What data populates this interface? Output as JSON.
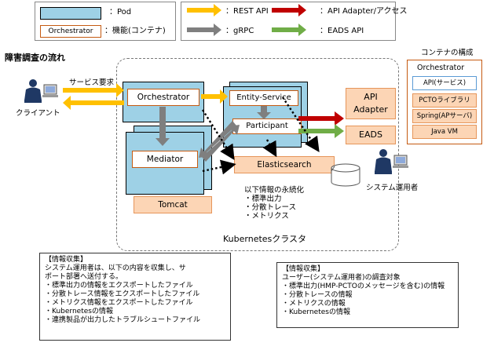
{
  "legend": {
    "pod_label": "：Pod",
    "orchestrator_sample": "Orchestrator",
    "function_label": "：機能(コンテナ)",
    "rest_api": "：REST API",
    "grpc": "：gRPC",
    "api_adapter_access": "：API Adapter/アクセス",
    "eads_api": "：EADS API",
    "colors": {
      "rest_api": "#ffc000",
      "grpc": "#7f7f7f",
      "api_adapter": "#c00000",
      "eads_api": "#70ad47",
      "pod": "#9ed1e6",
      "function_border": "#c55a11",
      "peach": "#fcd5b5"
    }
  },
  "title": "障害調査の流れ",
  "client": {
    "label": "クライアント",
    "service_request": "サービス要求"
  },
  "cluster": {
    "label": "Kubernetesクラスタ",
    "orchestrator": "Orchestrator",
    "entity_service": "Entity-Service",
    "participant": "Participant",
    "mediator": "Mediator",
    "tomcat": "Tomcat",
    "elasticsearch": "Elasticsearch",
    "api_adapter": [
      "API",
      "Adapter"
    ],
    "eads": "EADS",
    "persist_title": "以下情報の永続化",
    "persist_items": [
      "・標準出力",
      "・分散トレース",
      "・メトリクス"
    ]
  },
  "admin": {
    "label": "システム運用者"
  },
  "container_config": {
    "title": "コンテナの構成",
    "header": "Orchestrator",
    "rows": [
      "API(サービス)",
      "PCTOライブラリ",
      "Spring(APサーバ)",
      "Java VM"
    ]
  },
  "note_left": {
    "title": "【情報収集】",
    "lines": [
      "システム運用者は、以下の内容を収集し、サ",
      "ポート部署へ送付する。",
      "・標準出力の情報をエクスポートしたファイル",
      "・分散トレース情報をエクスポートしたファイル",
      "・メトリクス情報をエクスポートしたファイル",
      "・Kubernetesの情報",
      "・連携製品が出力したトラブルシュートファイル"
    ]
  },
  "note_right": {
    "title": "【情報収集】",
    "lines": [
      "ユーザー(システム運用者)の調査対象",
      "・標準出力(HMP-PCTOのメッセージを含む)の情報",
      "・分散トレースの情報",
      "・メトリクスの情報",
      "・Kubernetesの情報"
    ]
  }
}
